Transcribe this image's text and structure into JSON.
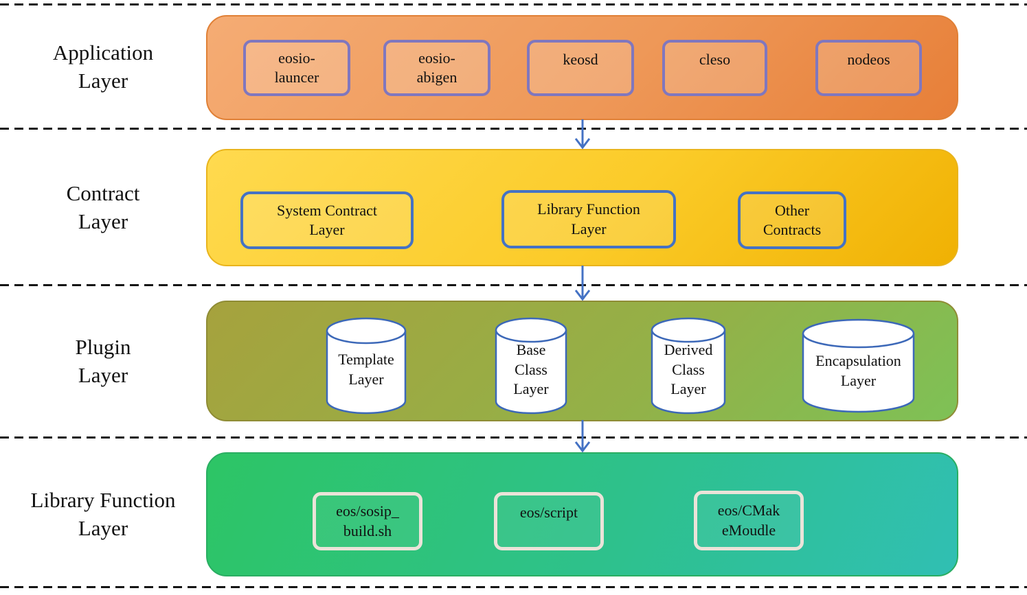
{
  "diagram": {
    "layers": [
      {
        "label_lines": [
          "Application",
          "Layer"
        ],
        "items": [
          {
            "lines": [
              "eosio-",
              "launcer"
            ]
          },
          {
            "lines": [
              "eosio-",
              "abigen"
            ]
          },
          {
            "lines": [
              "keosd"
            ]
          },
          {
            "lines": [
              "cleso"
            ]
          },
          {
            "lines": [
              "nodeos"
            ]
          }
        ]
      },
      {
        "label_lines": [
          "Contract",
          "Layer"
        ],
        "items": [
          {
            "lines": [
              "System Contract",
              "Layer"
            ]
          },
          {
            "lines": [
              "Library Function",
              "Layer"
            ]
          },
          {
            "lines": [
              "Other",
              "Contracts"
            ]
          }
        ]
      },
      {
        "label_lines": [
          "Plugin",
          "Layer"
        ],
        "items": [
          {
            "lines": [
              "Template",
              "Layer"
            ]
          },
          {
            "lines": [
              "Base",
              "Class",
              "Layer"
            ]
          },
          {
            "lines": [
              "Derived",
              "Class",
              "Layer"
            ]
          },
          {
            "lines": [
              "Encapsulation",
              "Layer"
            ]
          }
        ]
      },
      {
        "label_lines": [
          "Library Function",
          "Layer"
        ],
        "items": [
          {
            "lines": [
              "eos/sosip_",
              "build.sh"
            ]
          },
          {
            "lines": [
              "eos/script"
            ]
          },
          {
            "lines": [
              "eos/CMak",
              "eMoudle"
            ]
          }
        ]
      }
    ],
    "colors": {
      "application_band_start": "#F5AC74",
      "application_band_end": "#E77F38",
      "application_node_border": "#8077BE",
      "contract_band_start": "#FFDA4F",
      "contract_band_end": "#F0B103",
      "contract_node_border": "#4472C4",
      "plugin_band_start": "#A6A23D",
      "plugin_band_end": "#7EC156",
      "cylinder_fill": "#FFFFFF",
      "cylinder_stroke": "#3C68B8",
      "library_band_start": "#2DC565",
      "library_band_end": "#30BFB3",
      "library_node_border": "#EBE3D9",
      "arrow": "#4472C4",
      "separator": "#141414",
      "text": "#111111"
    }
  }
}
